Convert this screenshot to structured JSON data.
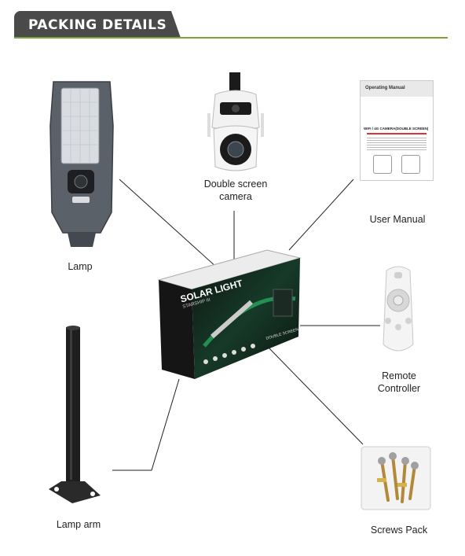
{
  "header": {
    "title": "PACKING DETAILS"
  },
  "items": {
    "lamp": "Lamp",
    "camera_line1": "Double screen",
    "camera_line2": "camera",
    "manual": "User Manual",
    "remote_line1": "Remote",
    "remote_line2": "Controller",
    "arm": "Lamp arm",
    "screws": "Screws Pack"
  },
  "box": {
    "brand": "SOLAR LIGHT",
    "model": "STARSHIP III",
    "side_label": "DOUBLE SCREEN"
  },
  "manual_cover": {
    "title": "Operating Manual",
    "subtitle": "WIFI / 4G CAMERA(DOUBLE SCREEN)"
  },
  "colors": {
    "header_bg": "#4a4a4a",
    "accent_rule": "#7ca43a",
    "box_green": "#2ecc71"
  }
}
